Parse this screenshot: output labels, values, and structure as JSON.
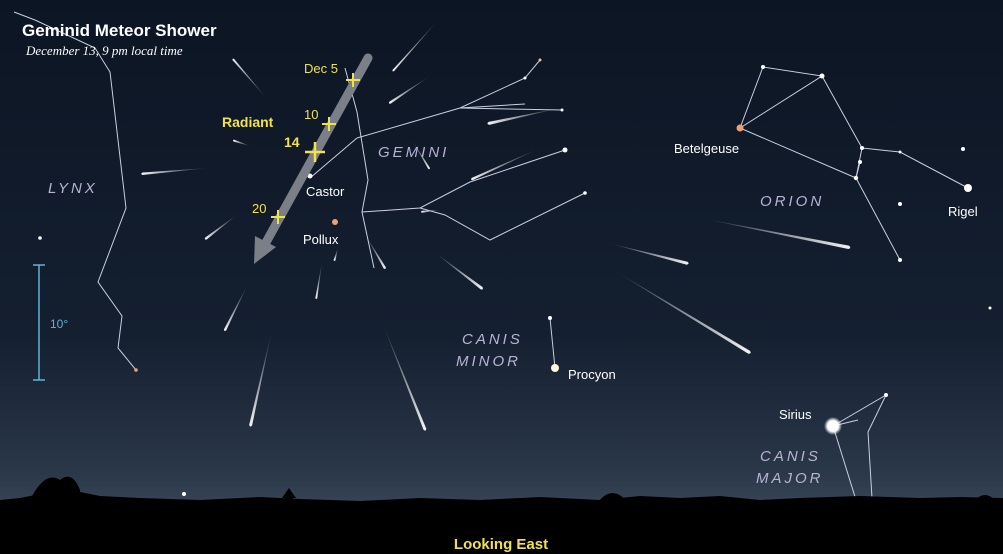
{
  "title": "Geminid Meteor Shower",
  "subtitle": "December 13, 9 pm local time",
  "radiant_label": "Radiant",
  "radiant_dates": [
    "Dec 5",
    "10",
    "14",
    "20"
  ],
  "constellations": [
    "LYNX",
    "GEMINI",
    "ORION",
    "CANIS",
    "MINOR",
    "CANIS",
    "MAJOR"
  ],
  "stars": [
    "Castor",
    "Pollux",
    "Betelgeuse",
    "Rigel",
    "Procyon",
    "Sirius"
  ],
  "scale_label": "10°",
  "footer": "Looking East",
  "colors": {
    "sky_top": "#0c1524",
    "sky_horizon": "#3d4c5e",
    "radiant_marker": "#f2e24a",
    "constellation_name": "#b8b3d6",
    "scale": "#5fb5d5",
    "orange_star": "#f0a070"
  }
}
